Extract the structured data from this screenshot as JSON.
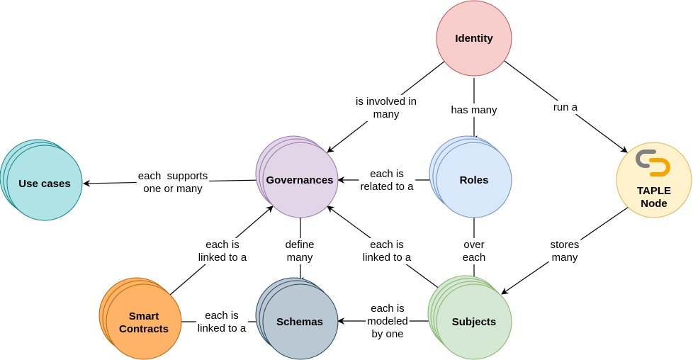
{
  "nodes": {
    "identity": {
      "label": [
        "Identity"
      ],
      "fill": "#f8cecc",
      "stroke": "#b85450"
    },
    "governances": {
      "label": [
        "Governances"
      ],
      "fill": "#e1d5e7",
      "stroke": "#9673a6"
    },
    "roles": {
      "label": [
        "Roles"
      ],
      "fill": "#dae8fc",
      "stroke": "#6c8ebf"
    },
    "taple_node": {
      "label": [
        "TAPLE",
        "Node"
      ],
      "fill": "#fff2cc",
      "stroke": "#d6b656"
    },
    "use_cases": {
      "label": [
        "Use cases"
      ],
      "fill": "#b0e3e6",
      "stroke": "#0e8088"
    },
    "smart_contracts": {
      "label": [
        "Smart",
        "Contracts"
      ],
      "fill": "#ffb366",
      "stroke": "#b46504"
    },
    "schemas": {
      "label": [
        "Schemas"
      ],
      "fill": "#bac8d3",
      "stroke": "#23445d"
    },
    "subjects": {
      "label": [
        "Subjects"
      ],
      "fill": "#d5e8d4",
      "stroke": "#82b366"
    }
  },
  "edges": {
    "identity_governances": [
      "is involved in",
      "many"
    ],
    "identity_roles": [
      "has many"
    ],
    "identity_taple": [
      "run a"
    ],
    "governances_usecases": [
      "each  supports",
      "one or many"
    ],
    "roles_governances": [
      "each is",
      "related to a"
    ],
    "smart_governances": [
      "each is",
      "linked to a"
    ],
    "governances_schemas": [
      "define",
      "many"
    ],
    "subjects_governances": [
      "each is",
      "linked to a"
    ],
    "roles_subjects": [
      "over",
      "each"
    ],
    "taple_subjects": [
      "stores",
      "many"
    ],
    "smart_schemas": [
      "each is",
      "linked to a"
    ],
    "subjects_schemas": [
      "each is",
      "modeled",
      "by one"
    ]
  },
  "colors": {
    "logo_gray": "#808080",
    "logo_orange": "#f5a500"
  },
  "icons": {
    "taple_logo": "taple-logo-icon"
  }
}
